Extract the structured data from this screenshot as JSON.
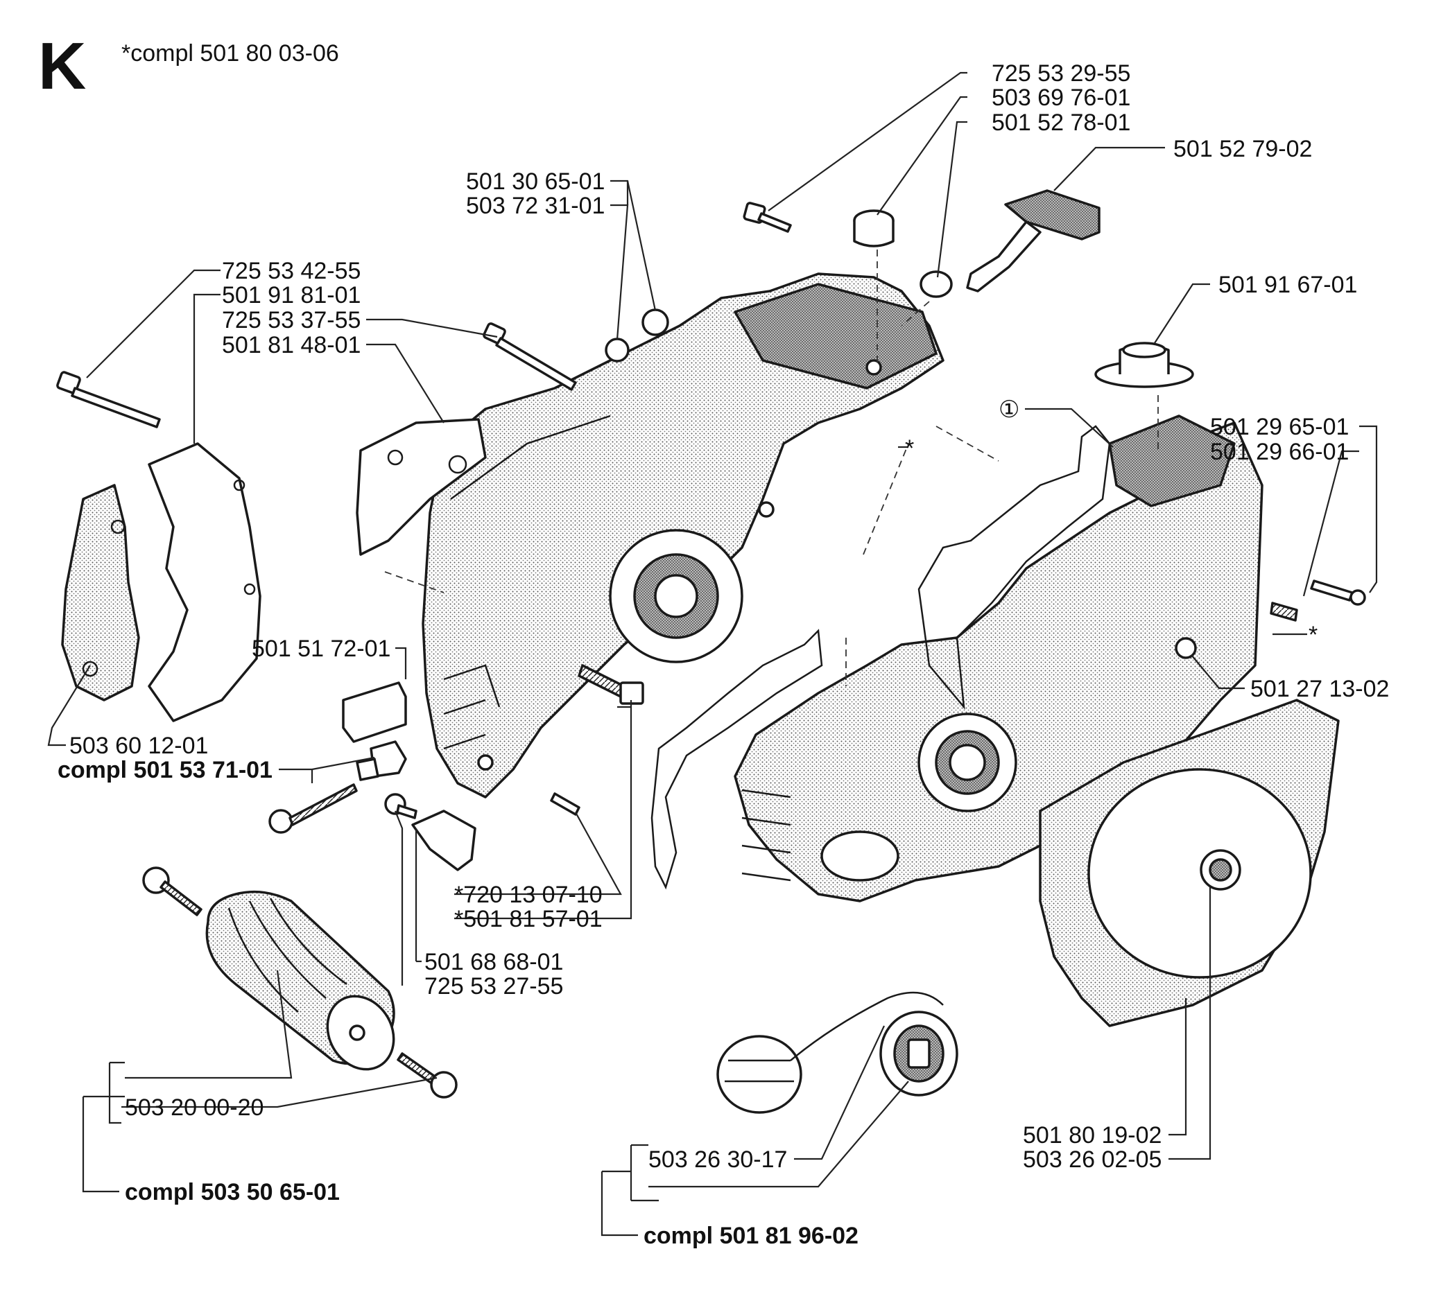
{
  "section_letter": "K",
  "assembly_note": "*compl 501 80 03-06",
  "labels": {
    "p725_53_29_55": "725 53 29-55",
    "p503_69_76_01": "503 69 76-01",
    "p501_52_78_01": "501 52 78-01",
    "p501_52_79_02": "501 52 79-02",
    "p501_30_65_01": "501 30 65-01",
    "p503_72_31_01": "503 72 31-01",
    "p725_53_42_55": "725 53 42-55",
    "p501_91_81_01": "501 91 81-01",
    "p725_53_37_55": "725 53 37-55",
    "p501_81_48_01": "501 81 48-01",
    "p501_91_67_01": "501 91 67-01",
    "p501_29_65_01": "501 29 65-01",
    "p501_29_66_01": "501 29 66-01",
    "callout_1": "①",
    "star_top": "*",
    "star_right": "*",
    "p501_27_13_02": "501 27 13-02",
    "p501_51_72_01": "501 51 72-01",
    "p503_60_12_01": "503 60 12-01",
    "compl_501_53_71_01": "compl 501 53 71-01",
    "p720_13_07_10": "*720 13 07-10",
    "p501_81_57_01": "*501 81 57-01",
    "p501_68_68_01": "501 68 68-01",
    "p725_53_27_55": "725 53 27-55",
    "p503_20_00_20": "503 20 00-20",
    "compl_503_50_65_01": "compl 503 50 65-01",
    "p503_26_30_17": "503 26 30-17",
    "compl_501_81_96_02": "compl 501 81 96-02",
    "p501_80_19_02": "501 80 19-02",
    "p503_26_02_05": "503 26 02-05"
  }
}
